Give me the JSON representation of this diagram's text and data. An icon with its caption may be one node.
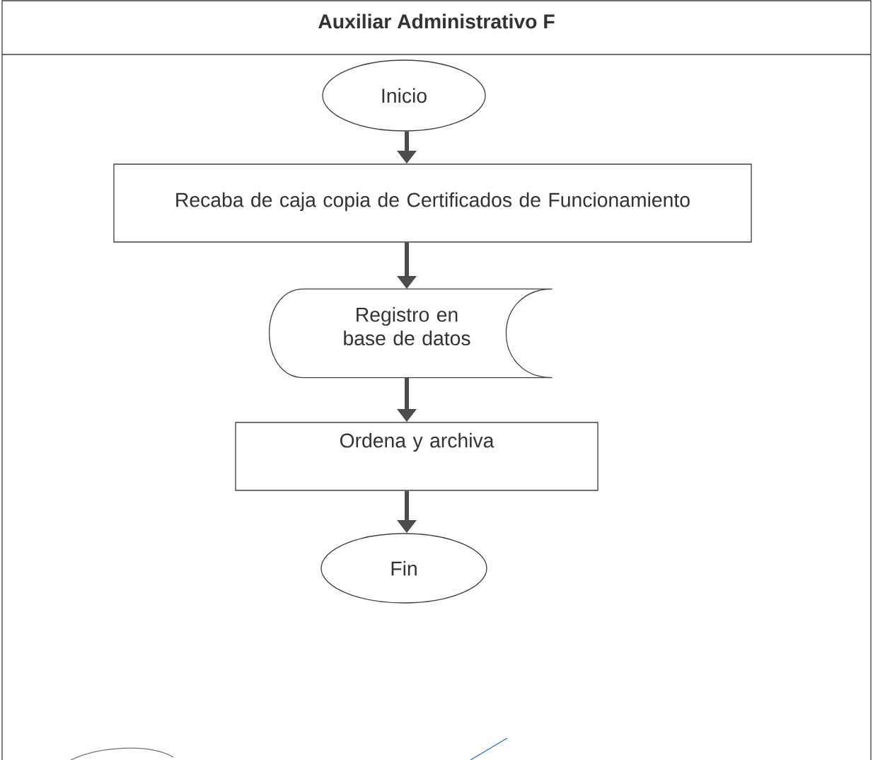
{
  "diagram": {
    "title": "Auxiliar Administrativo F",
    "nodes": [
      {
        "text": [
          "Inicio"
        ]
      },
      {
        "text": [
          "Recaba de caja copia de Certificados de Funcionamiento"
        ]
      },
      {
        "text": [
          "Registro en base de datos"
        ]
      },
      {
        "text": [
          "Ordena y archiva"
        ]
      },
      {
        "text": [
          "Fin"
        ]
      }
    ],
    "edges": [
      {
        "from": 0,
        "to": 1,
        "arrow": "to"
      },
      {
        "from": 1,
        "to": 2,
        "arrow": "to"
      },
      {
        "from": 2,
        "to": 3,
        "arrow": "to"
      },
      {
        "from": 3,
        "to": 4,
        "arrow": "to"
      }
    ]
  }
}
